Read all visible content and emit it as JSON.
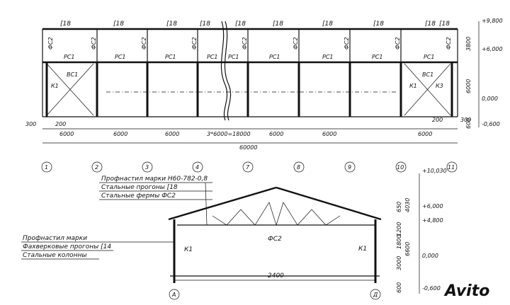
{
  "plan": {
    "purlin_labels": [
      "[18",
      "[18",
      "[18",
      "[18",
      "[18",
      "[18",
      "[18",
      "[18",
      "[18",
      "[18"
    ],
    "truss_labels": [
      "ФС2",
      "ФС2",
      "ФС2",
      "ФС2",
      "ФС2",
      "ФС2",
      "ФС2",
      "ФС2",
      "ФС2"
    ],
    "strut_labels": [
      "РС1",
      "РС1",
      "РС1",
      "РС1",
      "РС1",
      "РС1",
      "РС1",
      "РС1",
      "РС1"
    ],
    "brace_left": "ВС1",
    "brace_right": "ВС1",
    "column_k1": "К1",
    "column_k3": "К3",
    "span_dims": [
      "6000",
      "6000",
      "6000",
      "3*6000=18000",
      "6000",
      "6000",
      "6000"
    ],
    "edge_dims": [
      "300",
      "200",
      "200",
      "300"
    ],
    "total_dim": "60000",
    "axes": [
      "1",
      "2",
      "3",
      "4",
      "7",
      "8",
      "9",
      "10",
      "11"
    ],
    "level_marks": [
      "+9,800",
      "+6,000",
      "0,000",
      "-0,600"
    ],
    "vertical_dims": [
      "3800",
      "6000",
      "600"
    ]
  },
  "section": {
    "callout_top": [
      "Профнастил марки Н60-782-0,8",
      "Стальные прогоны [18",
      "Стальные фермы ФС2"
    ],
    "callout_bottom": [
      "Профнастил марки",
      "Фахверковые прогоны [14",
      "Стальные колонны"
    ],
    "truss_label": "ФС2",
    "column_left": "К1",
    "column_right": "К1",
    "span_dim": "2400",
    "axes": [
      "А",
      "Д"
    ],
    "level_marks": [
      "+10,030",
      "+6,000",
      "+4,800",
      "0,000",
      "-0,600"
    ],
    "vertical_dims": [
      "650",
      "4030",
      "1200",
      "1800",
      "3000",
      "6600",
      "600"
    ]
  },
  "watermark": "Avito"
}
